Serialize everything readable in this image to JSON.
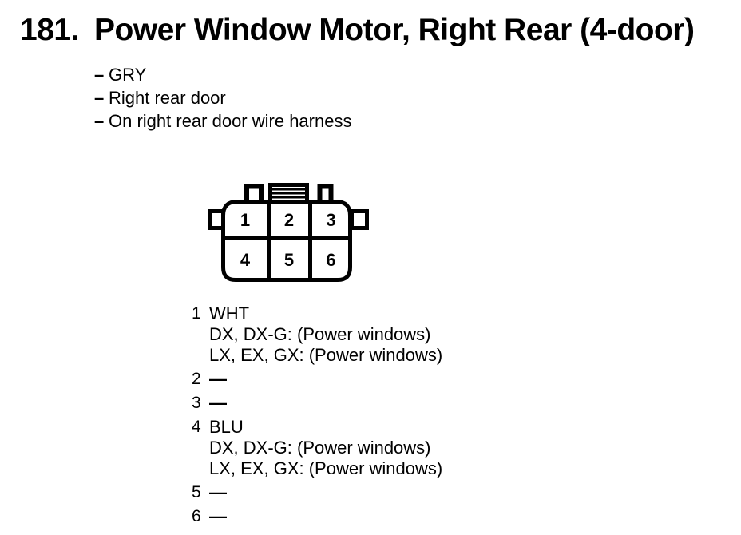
{
  "header": {
    "number": "181.",
    "title": "Power Window Motor, Right Rear (4-door)"
  },
  "notes": [
    {
      "dash": "–",
      "text": "GRY"
    },
    {
      "dash": "–",
      "text": "Right rear door"
    },
    {
      "dash": "–",
      "text": "On right rear door wire harness"
    }
  ],
  "connector": {
    "description": "6-cavity connector, front view",
    "cavities": [
      "1",
      "2",
      "3",
      "4",
      "5",
      "6"
    ]
  },
  "pins": [
    {
      "num": "1",
      "lines": [
        "WHT",
        "DX, DX-G: (Power windows)",
        "LX, EX, GX: (Power windows)"
      ]
    },
    {
      "num": "2",
      "lines": [
        "—"
      ]
    },
    {
      "num": "3",
      "lines": [
        "—"
      ]
    },
    {
      "num": "4",
      "lines": [
        "BLU",
        "DX, DX-G: (Power windows)",
        "LX, EX, GX: (Power windows)"
      ]
    },
    {
      "num": "5",
      "lines": [
        "—"
      ]
    },
    {
      "num": "6",
      "lines": [
        "—"
      ]
    }
  ],
  "colors": {
    "ink": "#000000",
    "paper": "#ffffff"
  }
}
